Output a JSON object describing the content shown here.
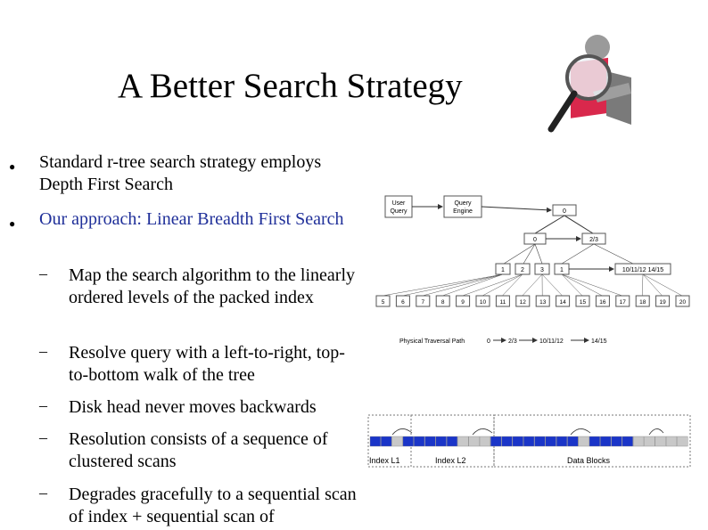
{
  "slide": {
    "title": "A Better Search Strategy",
    "bullets": [
      {
        "text": "Standard r-tree search strategy employs Depth First Search",
        "color": "#000000"
      },
      {
        "text": "Our approach: Linear Breadth First Search",
        "color": "#1f2f99"
      }
    ],
    "subbullets": [
      "Map the search algorithm to the linearly ordered levels of the packed index",
      "Resolve query with a left-to-right, top-to-bottom walk of the tree",
      "Disk head never moves backwards",
      "Resolution consists of a sequence of clustered scans",
      "Degrades gracefully to a sequential scan of index + sequential scan of"
    ],
    "bullet_glyph": "●",
    "dash_glyph": "–"
  },
  "tree_diagram": {
    "user_query": [
      "User",
      "Query"
    ],
    "query_engine": [
      "Query",
      "Engine"
    ],
    "root": "0",
    "level1": [
      "0",
      "2/3"
    ],
    "level2": [
      "1",
      "2",
      "3",
      "1"
    ],
    "level2_tail": "10/11/12 14/15",
    "leaves": [
      "5",
      "6",
      "7",
      "8",
      "9",
      "10",
      "11",
      "12",
      "13",
      "14",
      "15",
      "16",
      "17",
      "18",
      "19",
      "20"
    ],
    "path_label": "Physical Traversal Path",
    "path_steps": [
      "0",
      "2/3",
      "10/11/12",
      "14/15"
    ]
  },
  "disk_diagram": {
    "labels": [
      "Index L1",
      "Index L2",
      "Data Blocks"
    ],
    "fill_color": "#1a35c8",
    "empty_color": "#c8c8c8"
  },
  "logo": {
    "icon": "magnifier-icon"
  }
}
